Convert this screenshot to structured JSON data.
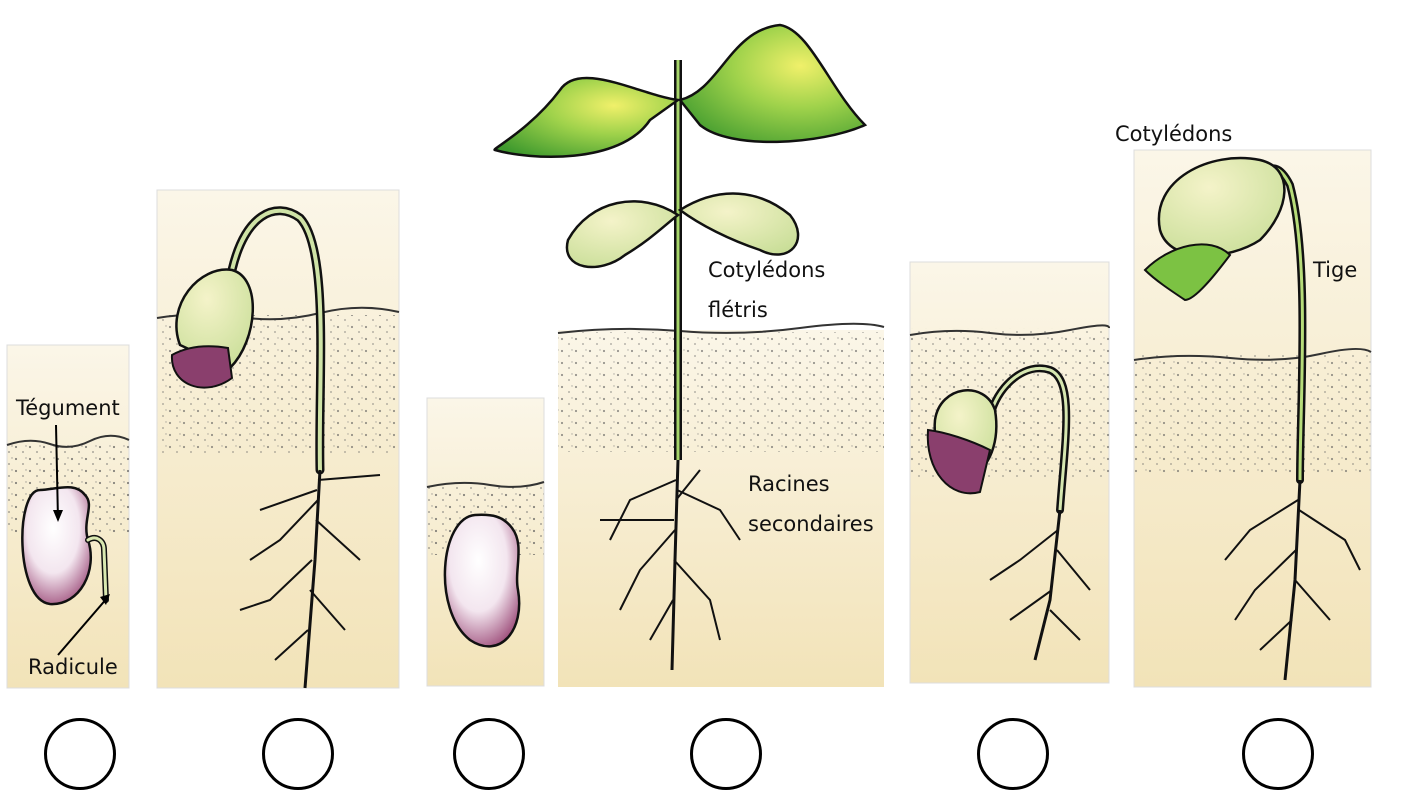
{
  "labels": {
    "tegument": "Tégument",
    "radicule": "Radicule",
    "cotyledons_fletris_1": "Cotylédons",
    "cotyledons_fletris_2": "flétris",
    "racines_1": "Racines",
    "racines_2": "secondaires",
    "cotyledons": "Cotylédons",
    "tige": "Tige"
  },
  "colors": {
    "soil": "#f3e7c5",
    "soil_light": "#f8efd6",
    "ink": "#1a1a1a",
    "leaf": "#7cc243",
    "leaf_dark": "#3f8f2a",
    "cotyledon": "#e9eec1",
    "seed_pink": "#b4618f"
  },
  "answer_circles": [
    "",
    "",
    "",
    "",
    "",
    ""
  ]
}
